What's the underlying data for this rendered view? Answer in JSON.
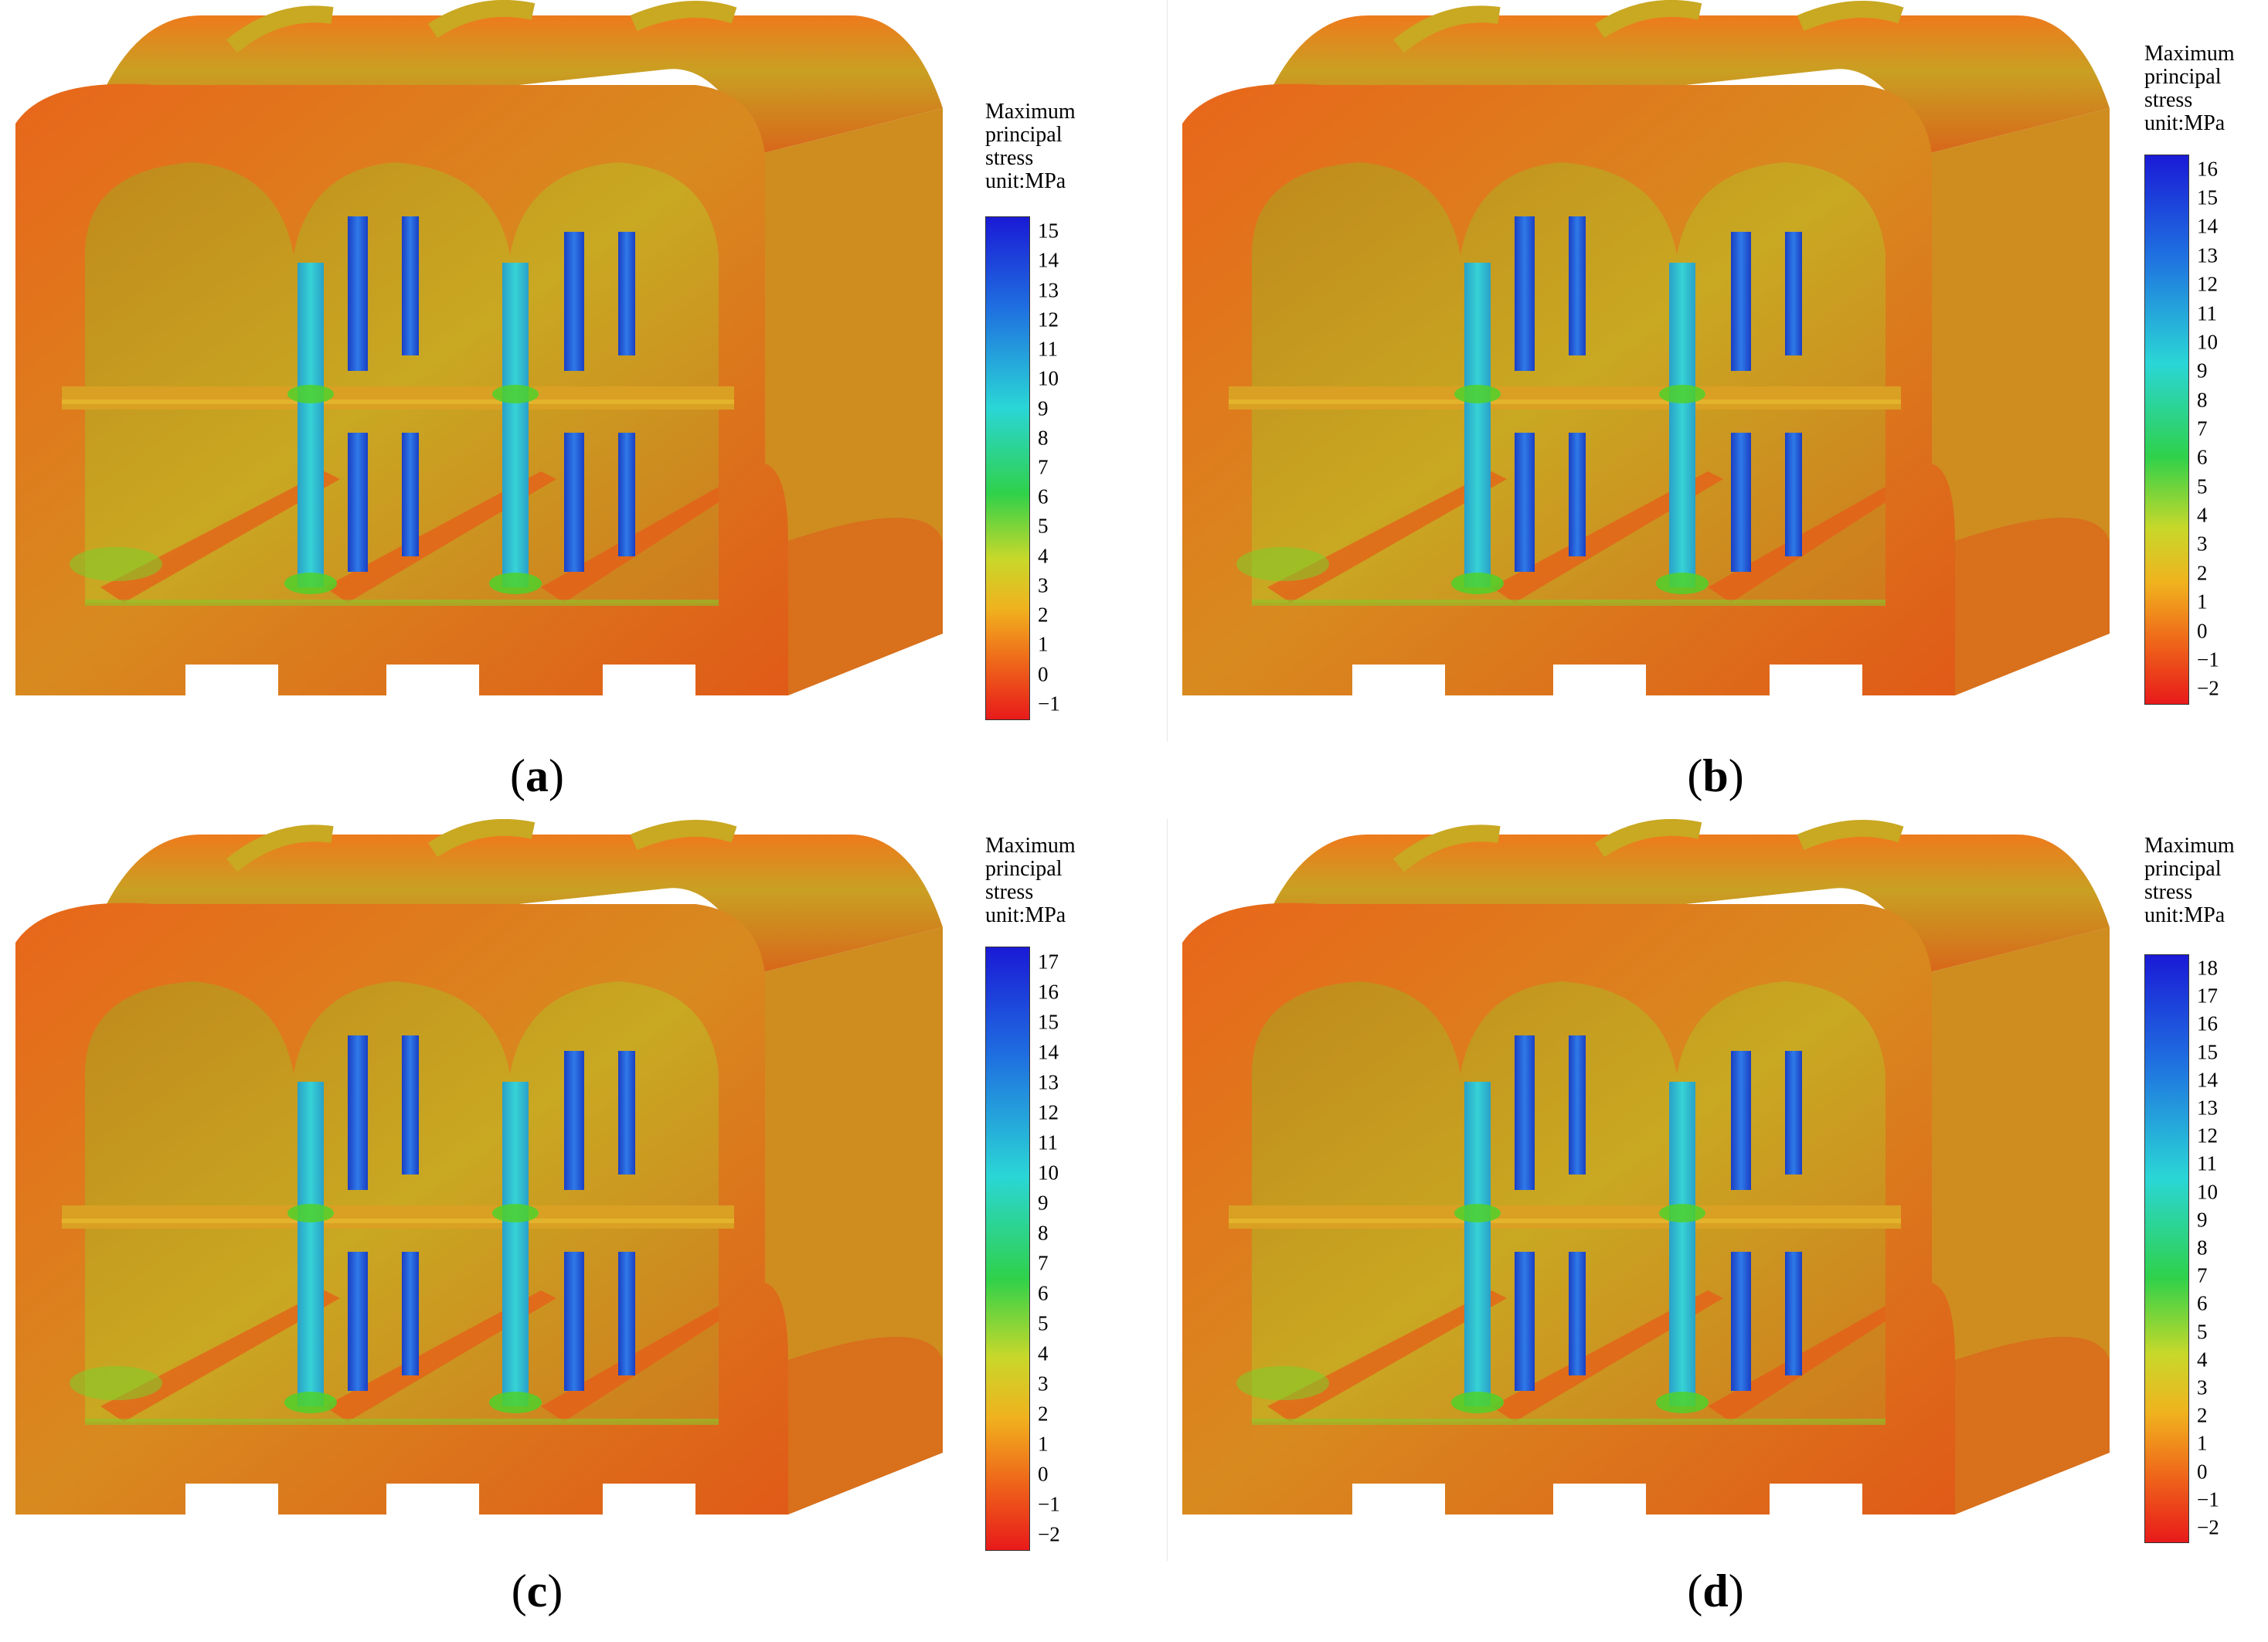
{
  "legend_title_lines": [
    "Maximum",
    "principal",
    "stress",
    "unit:MPa"
  ],
  "colors": {
    "body_main": "#e56a1c",
    "body_yellow": "#c9a822",
    "column_blue": "#1d52d6",
    "column_cyan": "#27c1cf",
    "highlight_green": "#4fd12a"
  },
  "panels": [
    {
      "id": "a",
      "caption_letter": "a",
      "ticks": [
        "15",
        "14",
        "13",
        "12",
        "11",
        "10",
        "9",
        "8",
        "7",
        "6",
        "5",
        "4",
        "3",
        "2",
        "1",
        "0",
        "−1"
      ]
    },
    {
      "id": "b",
      "caption_letter": "b",
      "ticks": [
        "16",
        "15",
        "14",
        "13",
        "12",
        "11",
        "10",
        "9",
        "8",
        "7",
        "6",
        "5",
        "4",
        "3",
        "2",
        "1",
        "0",
        "−1",
        "−2"
      ]
    },
    {
      "id": "c",
      "caption_letter": "c",
      "ticks": [
        "17",
        "16",
        "15",
        "14",
        "13",
        "12",
        "11",
        "10",
        "9",
        "8",
        "7",
        "6",
        "5",
        "4",
        "3",
        "2",
        "1",
        "0",
        "−1",
        "−2"
      ]
    },
    {
      "id": "d",
      "caption_letter": "d",
      "ticks": [
        "18",
        "17",
        "16",
        "15",
        "14",
        "13",
        "12",
        "11",
        "10",
        "9",
        "8",
        "7",
        "6",
        "5",
        "4",
        "3",
        "2",
        "1",
        "0",
        "−1",
        "−2"
      ]
    }
  ]
}
